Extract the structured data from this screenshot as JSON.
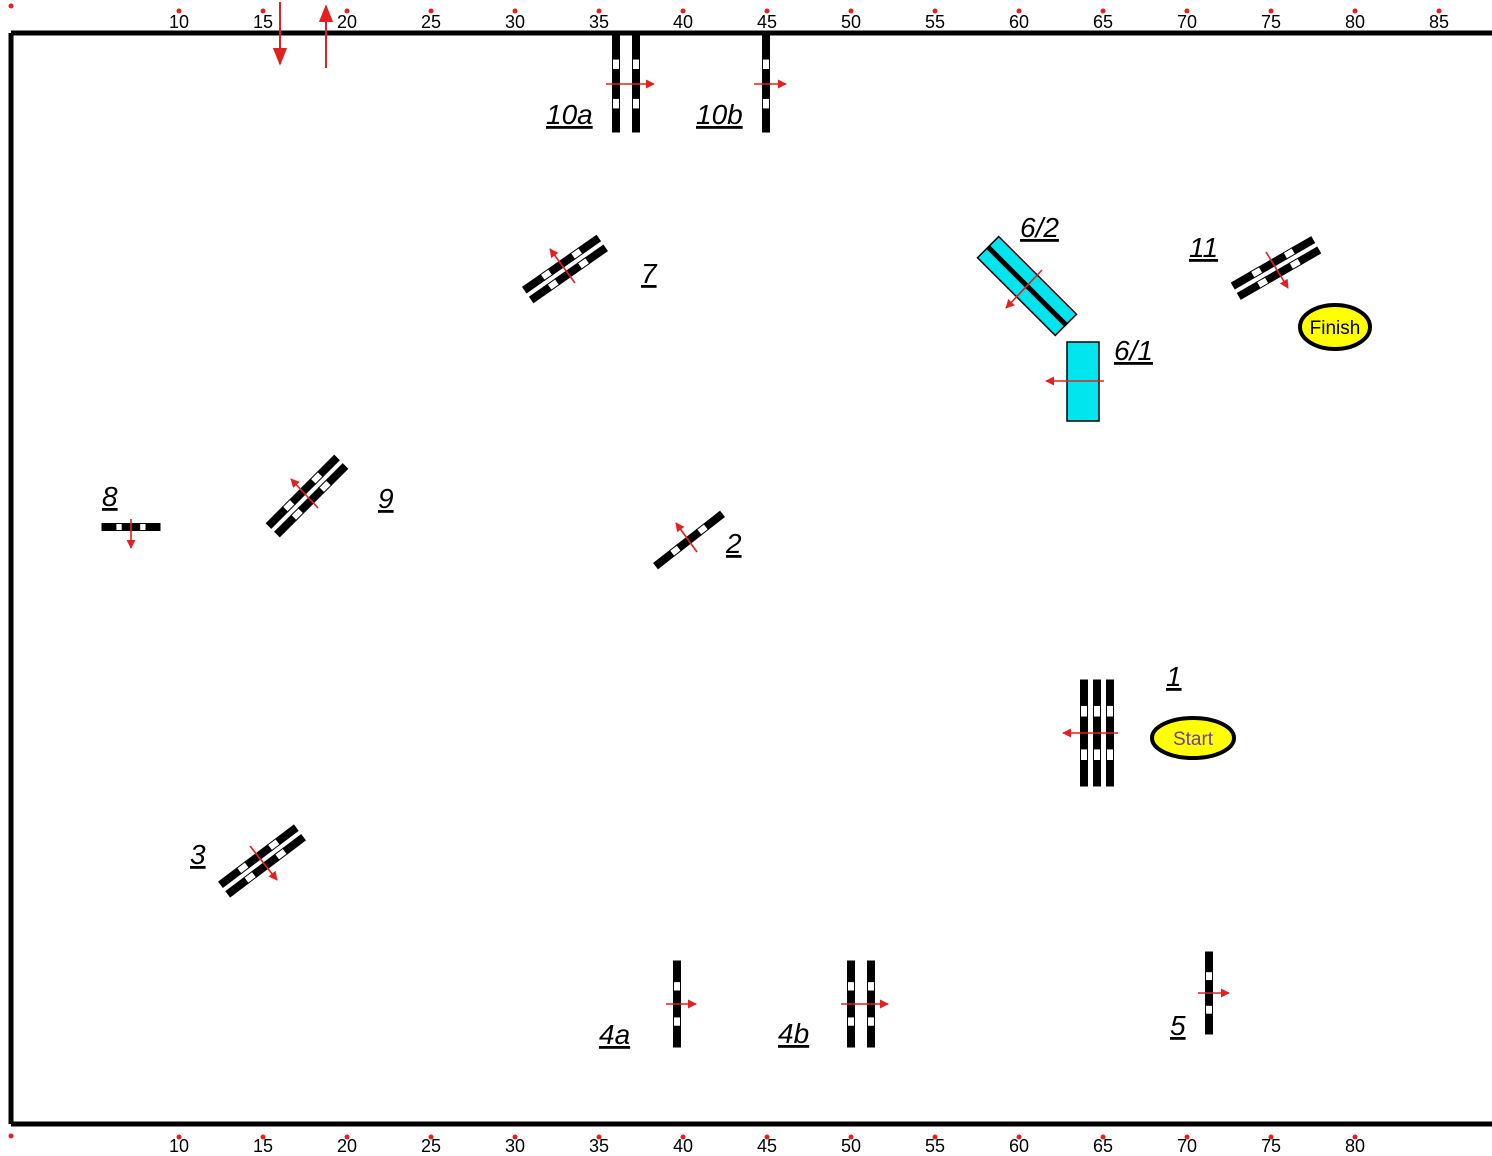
{
  "ruler": {
    "top_ticks": [
      "10",
      "15",
      "20",
      "25",
      "30",
      "35",
      "40",
      "45",
      "50",
      "55",
      "60",
      "65",
      "70",
      "75",
      "80",
      "85"
    ],
    "bottom_ticks": [
      "10",
      "15",
      "20",
      "25",
      "30",
      "35",
      "40",
      "45",
      "50",
      "55",
      "60",
      "65",
      "70",
      "75",
      "80"
    ]
  },
  "obstacles": {
    "o1": "1",
    "o2": "2",
    "o3": "3",
    "o4a": "4a",
    "o4b": "4b",
    "o5": "5",
    "o6_1": "6/1",
    "o6_2": "6/2",
    "o7": "7",
    "o8": "8",
    "o9": "9",
    "o10a": "10a",
    "o10b": "10b",
    "o11": "11"
  },
  "badges": {
    "start": "Start",
    "finish": "Finish"
  },
  "colors": {
    "arrow": "#e32020",
    "badge_fill": "#ffff00",
    "badge_stroke": "#000000",
    "badge_start_text": "#6b3fa0",
    "water_fill": "#00e5ee",
    "pole_dark": "#000000",
    "pole_light": "#ffffff"
  },
  "icons": {
    "entry": "down-arrow-icon",
    "exit": "up-arrow-icon",
    "direction": "direction-arrow-icon"
  }
}
